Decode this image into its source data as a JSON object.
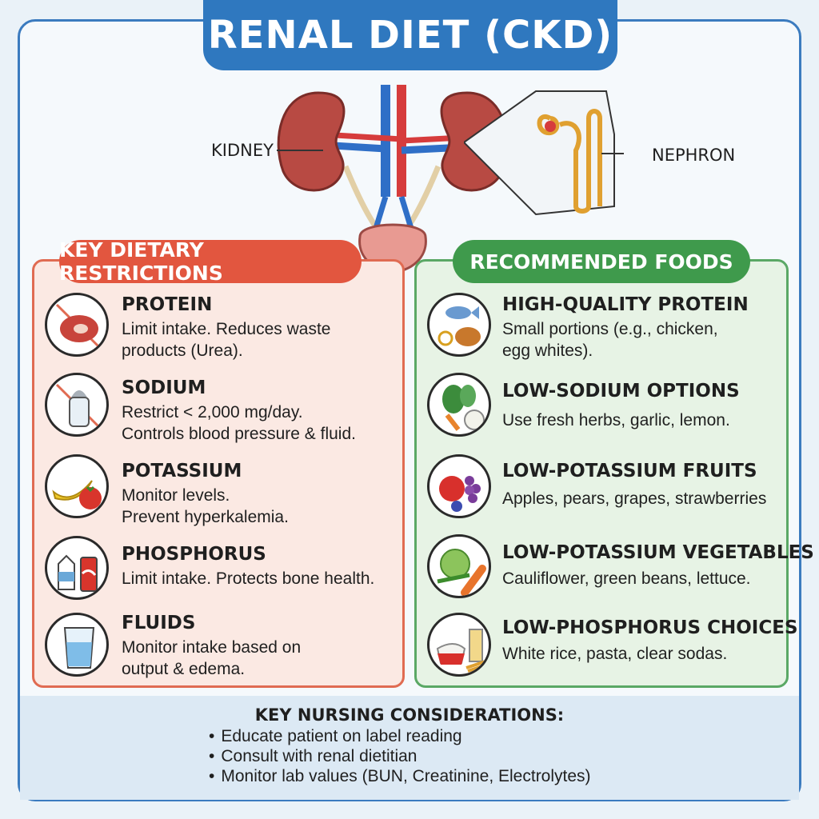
{
  "title": "RENAL DIET (CKD)",
  "anatomy": {
    "kidney_label": "KIDNEY",
    "nephron_label": "NEPHRON"
  },
  "restrictions": {
    "header": "KEY DIETARY RESTRICTIONS",
    "items": [
      {
        "title": "PROTEIN",
        "desc": [
          "Limit intake. Reduces waste",
          "products (Urea)."
        ],
        "icon": "steak-icon"
      },
      {
        "title": "SODIUM",
        "desc": [
          "Restrict < 2,000 mg/day.",
          "Controls blood pressure & fluid."
        ],
        "icon": "salt-shaker-icon"
      },
      {
        "title": "POTASSIUM",
        "desc": [
          "Monitor levels.",
          "Prevent hyperkalemia."
        ],
        "icon": "banana-tomato-icon"
      },
      {
        "title": "PHOSPHORUS",
        "desc": [
          "Limit intake. Protects bone health."
        ],
        "icon": "milk-soda-icon"
      },
      {
        "title": "FLUIDS",
        "desc": [
          "Monitor intake based on",
          "output & edema."
        ],
        "icon": "water-glass-icon"
      }
    ]
  },
  "recommended": {
    "header": "RECOMMENDED FOODS",
    "items": [
      {
        "title": "HIGH-QUALITY PROTEIN",
        "desc": [
          "Small portions (e.g., chicken,",
          "egg whites)."
        ],
        "icon": "fish-chicken-icon"
      },
      {
        "title": "LOW-SODIUM OPTIONS",
        "desc": [
          "Use fresh herbs, garlic, lemon."
        ],
        "icon": "herbs-garlic-icon"
      },
      {
        "title": "LOW-POTASSIUM FRUITS",
        "desc": [
          "Apples, pears, grapes, strawberries"
        ],
        "icon": "fruits-icon"
      },
      {
        "title": "LOW-POTASSIUM VEGETABLES",
        "desc": [
          "Cauliflower, green beans, lettuce."
        ],
        "icon": "vegetables-icon"
      },
      {
        "title": "LOW-PHOSPHORUS CHOICES",
        "desc": [
          "White rice, pasta, clear sodas."
        ],
        "icon": "rice-pasta-soda-icon"
      }
    ]
  },
  "footer": {
    "title": "KEY NURSING CONSIDERATIONS:",
    "items": [
      "Educate patient on label reading",
      "Consult with renal dietitian",
      "Monitor lab values (BUN, Creatinine, Electrolytes)"
    ]
  },
  "colors": {
    "title_blue": "#2f78bf",
    "restriction_red": "#e2563f",
    "recommend_green": "#3f9a4c",
    "kidney_red": "#b84a43"
  }
}
